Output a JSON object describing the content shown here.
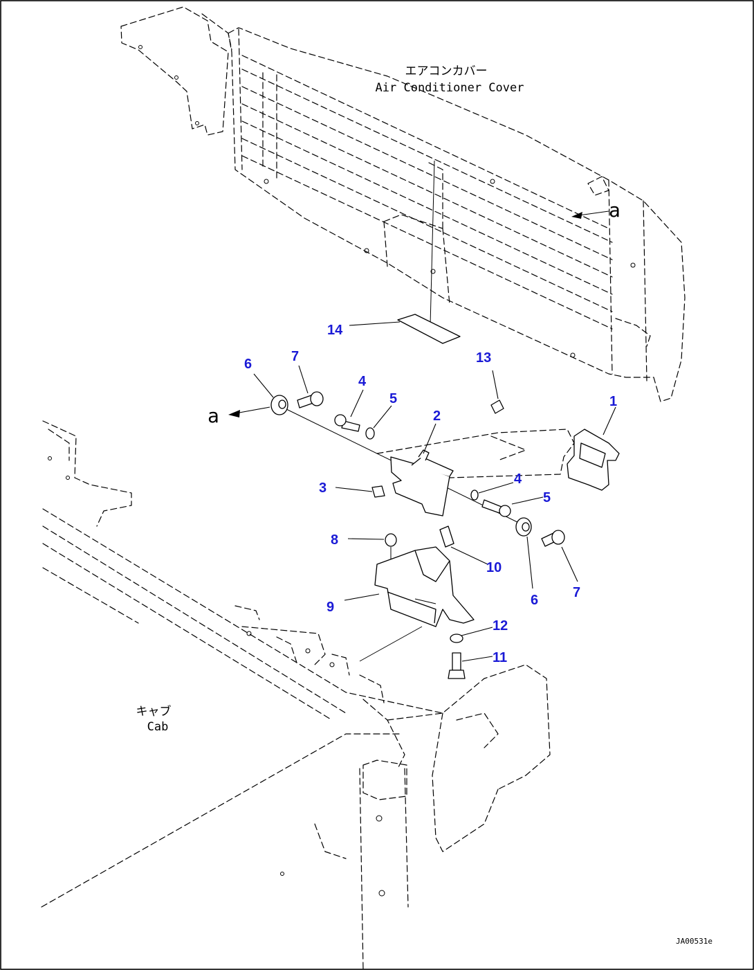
{
  "labels": {
    "cover_jp": "エアコンカバー",
    "cover_en": "Air Conditioner Cover",
    "cab_jp": "キャブ",
    "cab_en": "Cab",
    "view_ref_top": "a",
    "view_ref_left": "a",
    "drawing_code": "JA00531e"
  },
  "callouts": [
    "1",
    "2",
    "3",
    "4",
    "5",
    "6",
    "7",
    "8",
    "9",
    "10",
    "11",
    "12",
    "13",
    "14",
    "4",
    "5",
    "6",
    "7"
  ],
  "colors": {
    "callout": "#1a1ad6",
    "line": "#000000",
    "background": "#ffffff"
  }
}
